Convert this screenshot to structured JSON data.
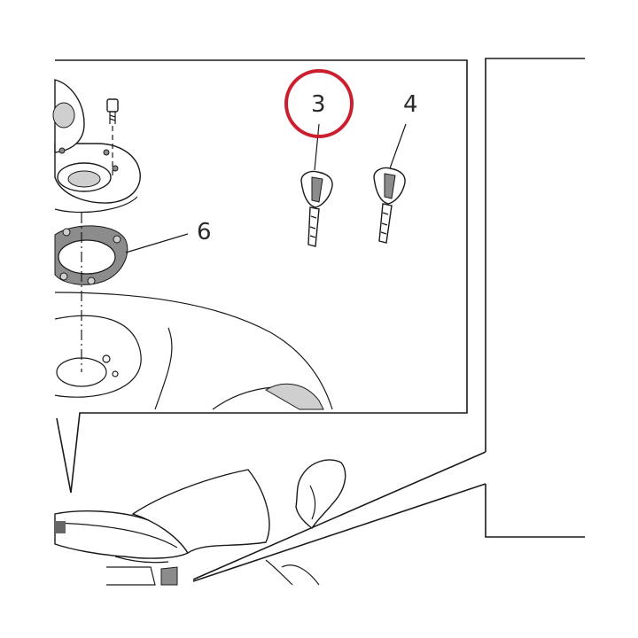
{
  "callouts": {
    "key_a": "3",
    "key_b": "4",
    "gasket": "6"
  },
  "icons": {
    "highlight": "highlight-circle-icon",
    "key_a": "key-icon",
    "key_b": "key-icon",
    "gasket": "gasket-ring-icon",
    "fuel_cap": "fuel-cap-icon",
    "screw": "screw-icon"
  },
  "colors": {
    "highlight": "#cc1f2d",
    "line": "#1a1a1a"
  }
}
